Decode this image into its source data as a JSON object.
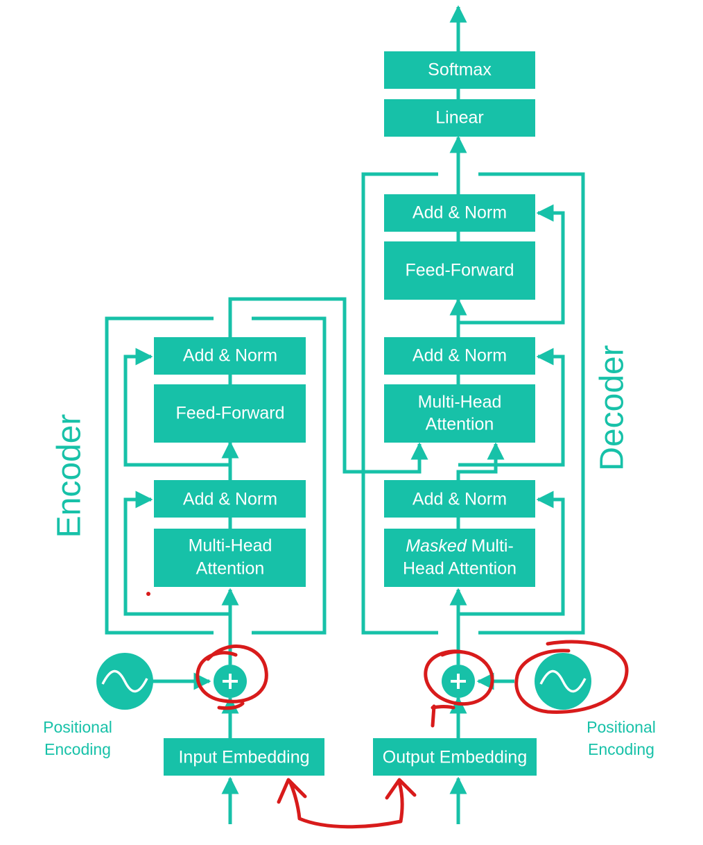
{
  "colors": {
    "block": "#17c1a8",
    "annotation": "#d81b1b",
    "background": "#ffffff"
  },
  "encoder": {
    "title": "Encoder",
    "add_norm_top": "Add & Norm",
    "feed_forward": "Feed-Forward",
    "add_norm_bottom": "Add & Norm",
    "attention_line1": "Multi-Head",
    "attention_line2": "Attention",
    "input_embedding": "Input Embedding",
    "positional_line1": "Positional",
    "positional_line2": "Encoding"
  },
  "decoder": {
    "title": "Decoder",
    "softmax": "Softmax",
    "linear": "Linear",
    "add_norm_top": "Add & Norm",
    "feed_forward": "Feed-Forward",
    "add_norm_middle": "Add & Norm",
    "cross_attention_line1": "Multi-Head",
    "cross_attention_line2": "Attention",
    "add_norm_bottom": "Add & Norm",
    "masked_italic": "Masked",
    "masked_rest": " Multi-",
    "masked_line2": "Head Attention",
    "output_embedding": "Output Embedding",
    "positional_line1": "Positional",
    "positional_line2": "Encoding"
  },
  "icons": {
    "add": "plus-circle-icon",
    "positional": "sine-wave-icon"
  }
}
